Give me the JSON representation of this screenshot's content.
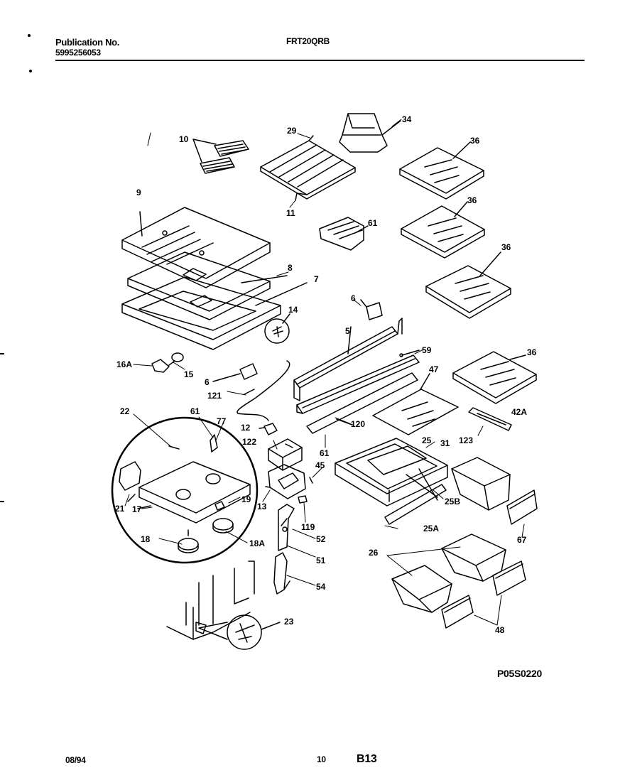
{
  "header": {
    "publication_label": "Publication No.",
    "publication_number": "5995256053",
    "model": "FRT20QRB"
  },
  "footer": {
    "date": "08/94",
    "page": "10",
    "section": "B13"
  },
  "diagram_code": "P05S0220",
  "callouts": [
    {
      "id": "10",
      "text": "10"
    },
    {
      "id": "29",
      "text": "29"
    },
    {
      "id": "34",
      "text": "34"
    },
    {
      "id": "36a",
      "text": "36"
    },
    {
      "id": "36b",
      "text": "36"
    },
    {
      "id": "36c",
      "text": "36"
    },
    {
      "id": "36d",
      "text": "36"
    },
    {
      "id": "9",
      "text": "9"
    },
    {
      "id": "11",
      "text": "11"
    },
    {
      "id": "61a",
      "text": "61"
    },
    {
      "id": "8",
      "text": "8"
    },
    {
      "id": "7",
      "text": "7"
    },
    {
      "id": "14",
      "text": "14"
    },
    {
      "id": "6a",
      "text": "6"
    },
    {
      "id": "5",
      "text": "5"
    },
    {
      "id": "59",
      "text": "59"
    },
    {
      "id": "16A",
      "text": "16A"
    },
    {
      "id": "15",
      "text": "15"
    },
    {
      "id": "6b",
      "text": "6"
    },
    {
      "id": "121",
      "text": "121"
    },
    {
      "id": "47",
      "text": "47"
    },
    {
      "id": "120",
      "text": "120"
    },
    {
      "id": "42A",
      "text": "42A"
    },
    {
      "id": "22",
      "text": "22"
    },
    {
      "id": "61b",
      "text": "61"
    },
    {
      "id": "77",
      "text": "77"
    },
    {
      "id": "12",
      "text": "12"
    },
    {
      "id": "122",
      "text": "122"
    },
    {
      "id": "61c",
      "text": "61"
    },
    {
      "id": "123",
      "text": "123"
    },
    {
      "id": "25",
      "text": "25"
    },
    {
      "id": "31",
      "text": "31"
    },
    {
      "id": "45",
      "text": "45"
    },
    {
      "id": "19",
      "text": "19"
    },
    {
      "id": "21",
      "text": "21"
    },
    {
      "id": "17",
      "text": "17"
    },
    {
      "id": "13",
      "text": "13"
    },
    {
      "id": "25B",
      "text": "25B"
    },
    {
      "id": "119",
      "text": "119"
    },
    {
      "id": "25A",
      "text": "25A"
    },
    {
      "id": "67",
      "text": "67"
    },
    {
      "id": "18",
      "text": "18"
    },
    {
      "id": "52",
      "text": "52"
    },
    {
      "id": "18A",
      "text": "18A"
    },
    {
      "id": "51",
      "text": "51"
    },
    {
      "id": "26",
      "text": "26"
    },
    {
      "id": "54",
      "text": "54"
    },
    {
      "id": "23",
      "text": "23"
    },
    {
      "id": "48",
      "text": "48"
    }
  ]
}
